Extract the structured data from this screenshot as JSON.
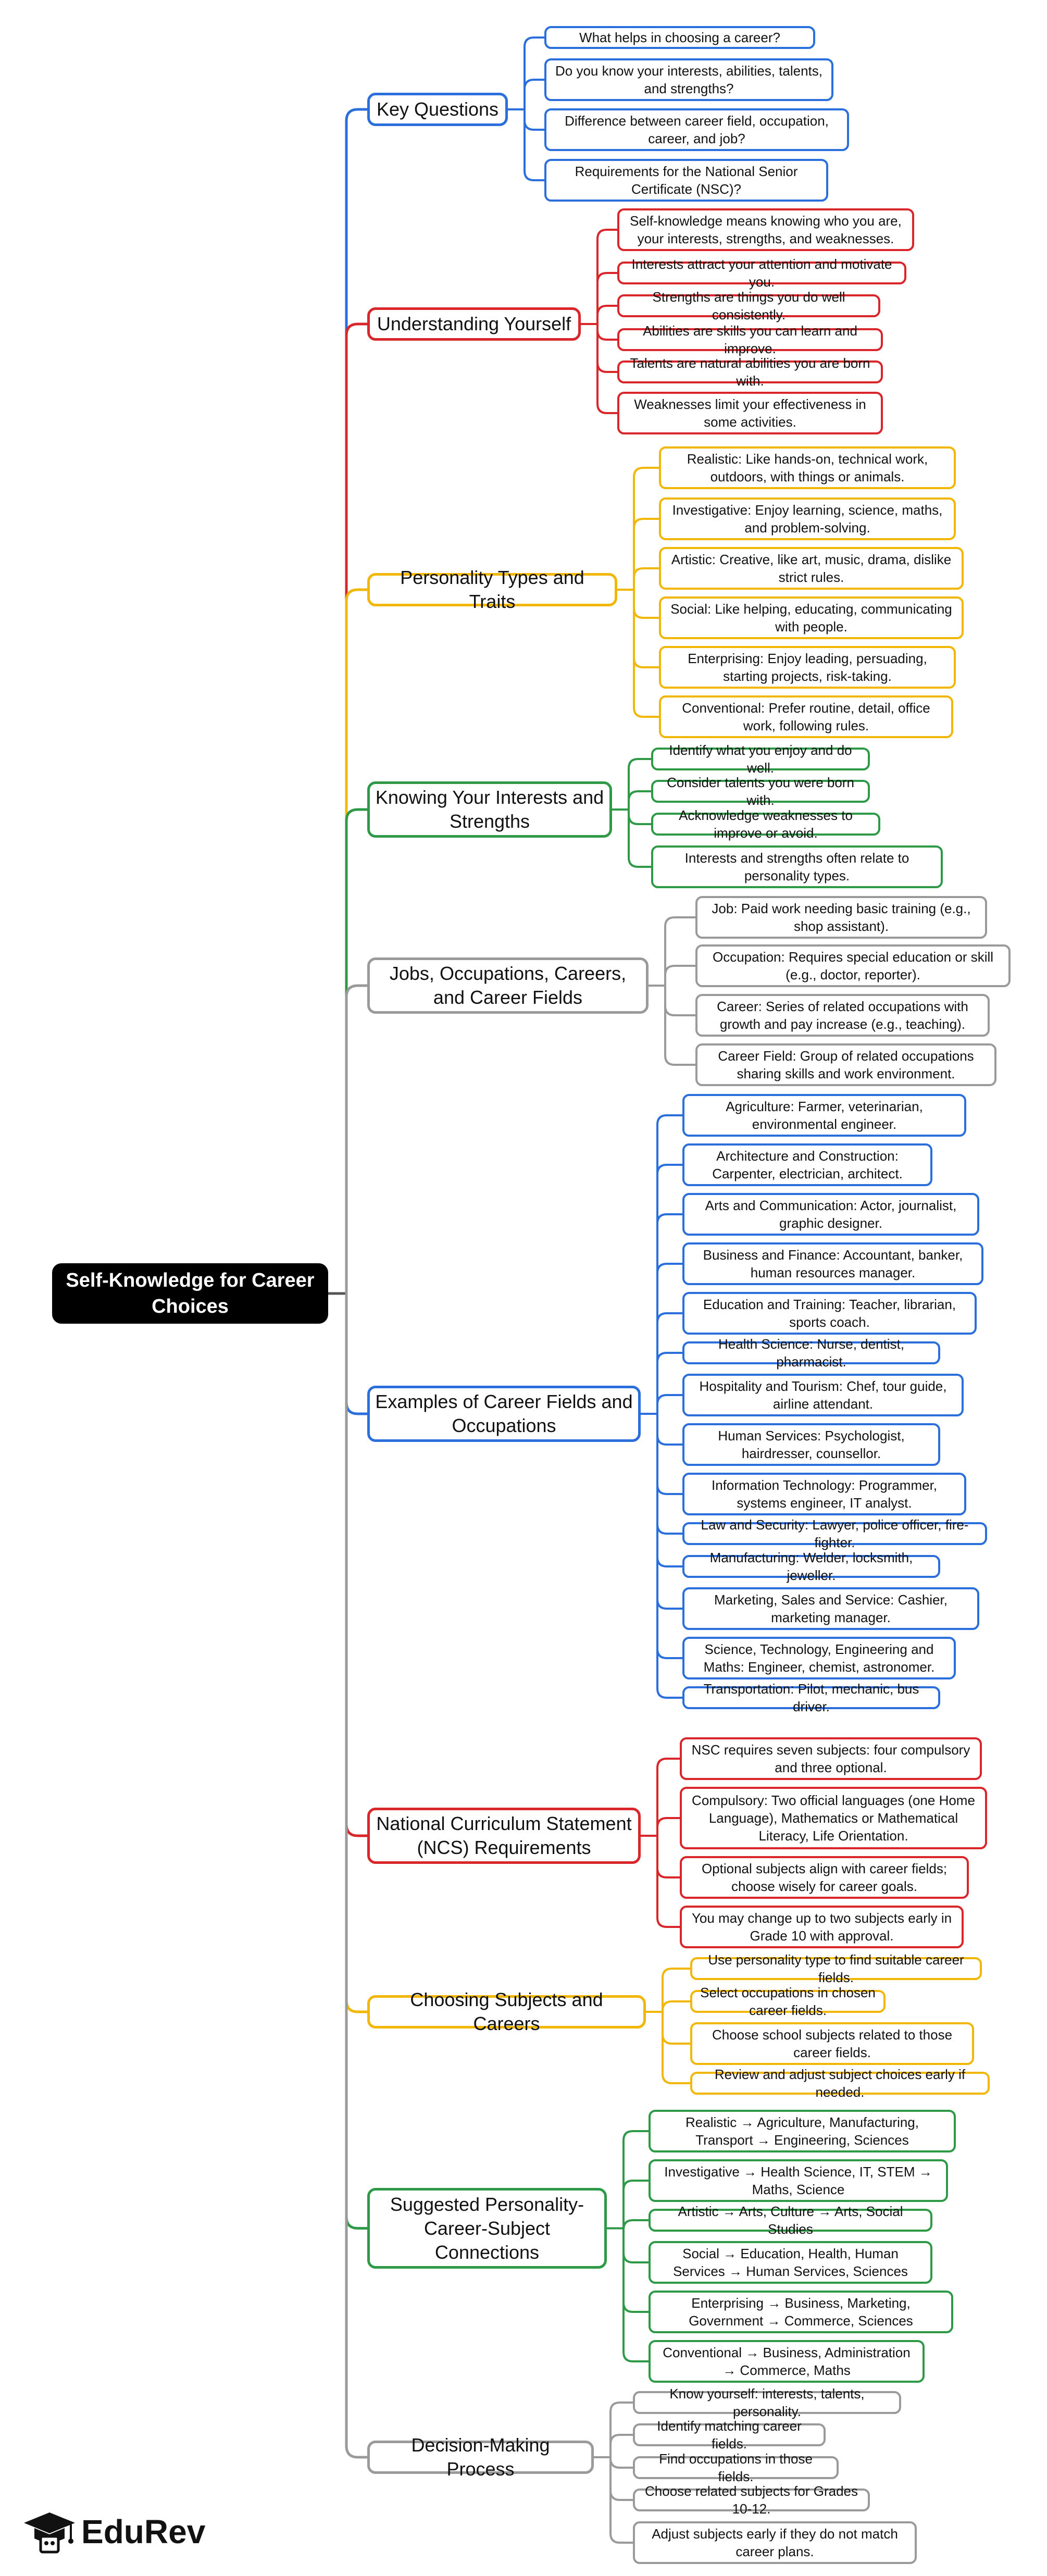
{
  "root": {
    "label": "Self-Knowledge for Career Choices"
  },
  "colors": {
    "blue": "#2a6fdb",
    "red": "#d8262b",
    "yellow": "#f2b705",
    "green": "#2e9a47",
    "gray": "#9a9a9a",
    "root_bg": "#000000"
  },
  "branches": [
    {
      "label": "Key Questions",
      "color": "blue",
      "items": [
        "What helps in choosing a career?",
        "Do you know your interests, abilities, talents, and strengths?",
        "Difference between career field, occupation, career, and job?",
        "Requirements for the National Senior Certificate (NSC)?"
      ]
    },
    {
      "label": "Understanding Yourself",
      "color": "red",
      "items": [
        "Self-knowledge means knowing who you are, your interests, strengths, and weaknesses.",
        "Interests attract your attention and motivate you.",
        "Strengths are things you do well consistently.",
        "Abilities are skills you can learn and improve.",
        "Talents are natural abilities you are born with.",
        "Weaknesses limit your effectiveness in some activities."
      ]
    },
    {
      "label": "Personality Types and Traits",
      "color": "yellow",
      "items": [
        "Realistic: Like hands-on, technical work, outdoors, with things or animals.",
        "Investigative: Enjoy learning, science, maths, and problem-solving.",
        "Artistic: Creative, like art, music, drama, dislike strict rules.",
        "Social: Like helping, educating, communicating with people.",
        "Enterprising: Enjoy leading, persuading, starting projects, risk-taking.",
        "Conventional: Prefer routine, detail, office work, following rules."
      ]
    },
    {
      "label": "Knowing Your Interests and Strengths",
      "color": "green",
      "items": [
        "Identify what you enjoy and do well.",
        "Consider talents you were born with.",
        "Acknowledge weaknesses to improve or avoid.",
        "Interests and strengths often relate to personality types."
      ]
    },
    {
      "label": "Jobs, Occupations, Careers, and Career Fields",
      "color": "gray",
      "items": [
        "Job: Paid work needing basic training (e.g., shop assistant).",
        "Occupation: Requires special education or skill (e.g., doctor, reporter).",
        "Career: Series of related occupations with growth and pay increase (e.g., teaching).",
        "Career Field: Group of related occupations sharing skills and work environment."
      ]
    },
    {
      "label": "Examples of Career Fields and Occupations",
      "color": "blue",
      "items": [
        "Agriculture: Farmer, veterinarian, environmental engineer.",
        "Architecture and Construction: Carpenter, electrician, architect.",
        "Arts and Communication: Actor, journalist, graphic designer.",
        "Business and Finance: Accountant, banker, human resources manager.",
        "Education and Training: Teacher, librarian, sports coach.",
        "Health Science: Nurse, dentist, pharmacist.",
        "Hospitality and Tourism: Chef, tour guide, airline attendant.",
        "Human Services: Psychologist, hairdresser, counsellor.",
        "Information Technology: Programmer, systems engineer, IT analyst.",
        "Law and Security: Lawyer, police officer, fire-fighter.",
        "Manufacturing: Welder, locksmith, jeweller.",
        "Marketing, Sales and Service: Cashier, marketing manager.",
        "Science, Technology, Engineering and Maths: Engineer, chemist, astronomer.",
        "Transportation: Pilot, mechanic, bus driver."
      ]
    },
    {
      "label": "National Curriculum Statement (NCS) Requirements",
      "color": "red",
      "items": [
        "NSC requires seven subjects: four compulsory and three optional.",
        "Compulsory: Two official languages (one Home Language), Mathematics or Mathematical Literacy, Life Orientation.",
        "Optional subjects align with career fields; choose wisely for career goals.",
        "You may change up to two subjects early in Grade 10 with approval."
      ]
    },
    {
      "label": "Choosing Subjects and Careers",
      "color": "yellow",
      "items": [
        "Use personality type to find suitable career fields.",
        "Select occupations in chosen career fields.",
        "Choose school subjects related to those career fields.",
        "Review and adjust subject choices early if needed."
      ]
    },
    {
      "label": "Suggested Personality-Career-Subject Connections",
      "color": "green",
      "items": [
        "Realistic → Agriculture, Manufacturing, Transport → Engineering, Sciences",
        "Investigative → Health Science, IT, STEM → Maths, Science",
        "Artistic → Arts, Culture → Arts, Social Studies",
        "Social → Education, Health, Human Services → Human Services, Sciences",
        "Enterprising → Business, Marketing, Government → Commerce, Sciences",
        "Conventional → Business, Administration → Commerce, Maths"
      ]
    },
    {
      "label": "Decision-Making Process",
      "color": "gray",
      "items": [
        "Know yourself: interests, talents, personality.",
        "Identify matching career fields.",
        "Find occupations in those fields.",
        "Choose related subjects for Grades 10-12.",
        "Adjust subjects early if they do not match career plans."
      ]
    }
  ],
  "logo": {
    "text": "EduRev",
    "icon": "graduation-cap-icon"
  }
}
